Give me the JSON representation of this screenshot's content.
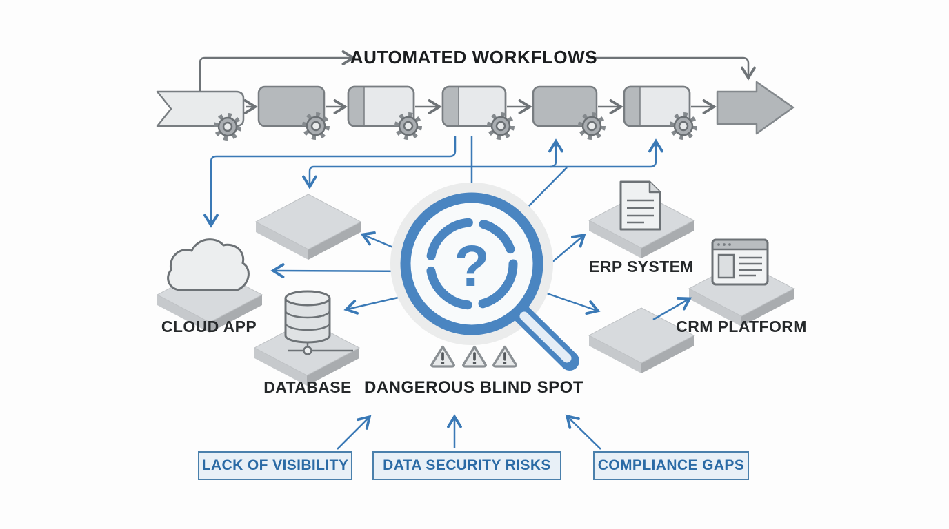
{
  "diagram": {
    "title": "AUTOMATED WORKFLOWS",
    "workflow": {
      "steps": 6,
      "start_icon": "flag-banner-icon",
      "step_icon": "gear-icon",
      "end_icon": "big-arrow-icon"
    },
    "center": {
      "icon": "magnifier-question-icon",
      "symbol": "?",
      "label": "DANGEROUS BLIND SPOT",
      "warning_icon": "warning-triangle-icon",
      "warning_count": 3
    },
    "systems": [
      {
        "name": "cloud-app",
        "label": "CLOUD APP",
        "icon": "cloud-icon"
      },
      {
        "name": "database",
        "label": "DATABASE",
        "icon": "database-icon"
      },
      {
        "name": "erp-system",
        "label": "ERP SYSTEM",
        "icon": "document-icon"
      },
      {
        "name": "crm-platform",
        "label": "CRM PLATFORM",
        "icon": "browser-window-icon"
      }
    ],
    "risks": [
      {
        "label": "LACK OF VISIBILITY"
      },
      {
        "label": "DATA SECURITY RISKS"
      },
      {
        "label": "COMPLIANCE GAPS"
      }
    ],
    "colors": {
      "accent_blue": "#4a85c1",
      "line_blue": "#3a79b6",
      "box_dark": "#b5b9bc",
      "box_light": "#e8eaec",
      "outline_gray": "#787d81",
      "risk_bg": "#e8f0f7",
      "risk_border": "#4a80ac",
      "risk_text": "#2a6aa5"
    }
  }
}
